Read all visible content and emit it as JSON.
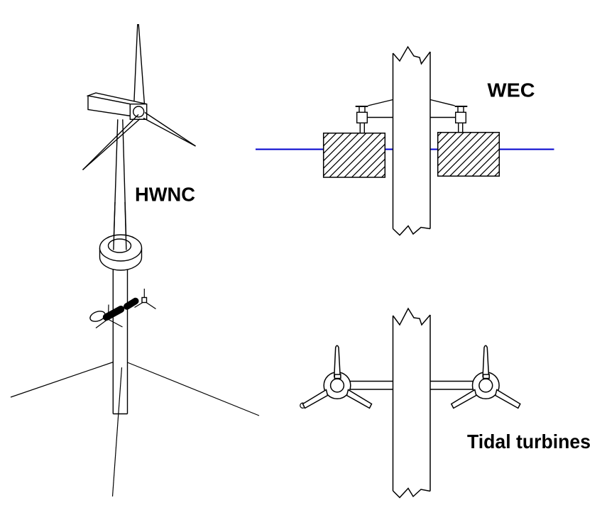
{
  "labels": {
    "hwnc": "HWNC",
    "wec": "WEC",
    "tidal_turbines": "Tidal turbines"
  },
  "colors": {
    "line": "#000000",
    "water_line": "#0000CD",
    "background": "#FFFFFF"
  }
}
